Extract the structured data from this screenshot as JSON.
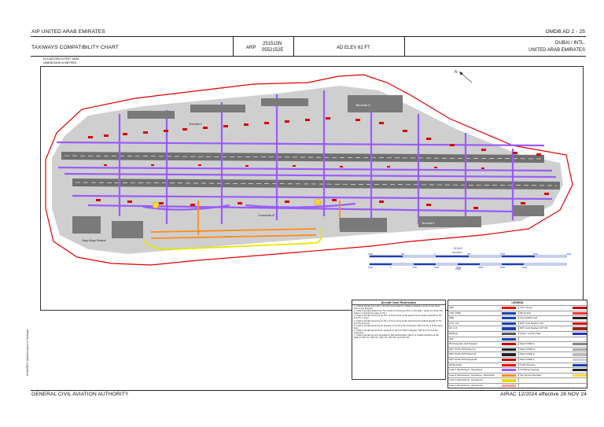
{
  "header": {
    "aip_title": "AIP  UNITED ARAB EMIRATES",
    "page_ref": "OMDB AD 2 - 25",
    "chart_title": "TAXIWAYS COMPATIBILITY CHART",
    "arp_label": "ARP",
    "arp_lat": "251510N",
    "arp_lon": "0552152E",
    "elev": "AD ELEV 62 FT",
    "city": "DUBAI / INTL.",
    "country": "UNITED ARAB EMIRATES"
  },
  "map": {
    "elev_note_line1": "ELEVATIONS IN FEET AMSL",
    "elev_note_line2": "DIMENSIONS IN METRES",
    "north_label": "N",
    "terminal_3_label": "Terminal 3",
    "terminal_1_label": "Terminal 1",
    "terminal_2_label": "Terminal 2",
    "concourse_b_label": "Concourse B",
    "cargo_label": "Cargo Mega Terminal",
    "scale_title": "SCALE",
    "scale_metres": "METRES",
    "scale_feet": "FEET",
    "scale_m_ticks": [
      "1000",
      "500",
      "0",
      "500",
      "1000",
      "1500",
      "2000"
    ],
    "scale_ft_ticks": [
      "1000",
      "0",
      "1000",
      "2000",
      "3000",
      "4000",
      "5000",
      "6000"
    ]
  },
  "notes": {
    "title": "Aircraft Code Restrictions",
    "items": [
      "1. Code E aircraft and code F aircraft not permitted on adjacent Taxilane curves at the same time in any direction.",
      "2. Code F aircraft parked onto TIL-I south of Concourse B & C must align / report on centre line before on aircraft can pass on TIL-I.",
      "3. Code F aircraft cannot be on TIL-I & TIL-E curve at the same time as Code E aircraft on TIL-D & TIL-Y curve.",
      "4. Code F aircraft cannot be on TIL-I & TIL-E curve at the same time as Code E aircraft on TIL-D & TIL-W curve.",
      "5. Code F aircraft cannot be on sections of TIL-W & TIL-D between TWY E & TIL Z at the same time.",
      "6. Code F aircraft cannot be on sections of TIL-G & TWY F between TWY E & TIL Z at the same time.",
      "7. Code F aircraft are only permitted to taxi behind when code D or smaller aircraft is at the RHP at TWY K1, TWY K1, TWY K3, TWY K5, and TWY K5."
    ]
  },
  "legend": {
    "title": "LEGEND",
    "rows": [
      {
        "left": "ARP",
        "right": "TWY Closed",
        "lc": "#ff0000",
        "rc": "#cc0000"
      },
      {
        "left": "VOR / DME",
        "right": "RF Stopbar",
        "lc": "#1a3fb3",
        "rc": "#ff3333"
      },
      {
        "left": "DME",
        "right": "Intermediate Hold",
        "lc": "#1a3fb3",
        "rc": "#222222"
      },
      {
        "left": "LOC / ILS",
        "right": "RWY Hold Stopbar CAT I",
        "lc": "#1a3fb3",
        "rc": "#cc1111"
      },
      {
        "left": "GS / ILS",
        "right": "RWY Hold Stopbar CAT II/III",
        "lc": "#1a3fb3",
        "rc": "#992222"
      },
      {
        "left": "Buildings",
        "right": "Guide / Lookout Gate",
        "lc": "#555555",
        "rc": "#2233cc"
      },
      {
        "left": "VDF",
        "right": "",
        "lc": "#1a3fb3",
        "rc": "#ffffff"
      },
      {
        "left": "RF Designator (Full Stopbar)",
        "right": "Stand CODE C",
        "lc": "#cc0000",
        "rc": "#888888"
      },
      {
        "left": "RWY HLDG POS Pattern A",
        "right": "Stand CODE D",
        "lc": "#222222",
        "rc": "#aaaaaa"
      },
      {
        "left": "RWY HLDG POS Pattern B",
        "right": "Stand CODE E",
        "lc": "#222222",
        "rc": "#bbbbbb"
      },
      {
        "left": "RWY HLDG POS Designator",
        "right": "Stand CODE F",
        "lc": "#cc0000",
        "rc": "#cccccc"
      },
      {
        "left": "AD Boundary",
        "right": "Traffic Direction",
        "lc": "#ff0000",
        "rc": "#1a3fb3"
      },
      {
        "left": "Code F (Restrictions / Operations)",
        "right": "TP Without Signage",
        "lc": "#9b5bff",
        "rc": "#222222"
      },
      {
        "left": "Code E (Restrictions / Operations - Restricted)",
        "right": "Taxi Service Boundary",
        "lc": "#ff8c1a",
        "rc": "#ffd633"
      },
      {
        "left": "Code D (Restrictions / Operations)",
        "right": "",
        "lc": "#e0e000",
        "rc": "#ffffff"
      },
      {
        "left": "Code C (Restrictions / Operations)",
        "right": "",
        "lc": "#ff9999",
        "rc": "#ffffff"
      }
    ]
  },
  "footer": {
    "authority": "GENERAL CIVIL AVIATION AUTHORITY",
    "airac": "AIRAC 12/2024 effective 28 NOV 24",
    "vertical_note": "CHANGES: Updated layout & Taxiways"
  },
  "colors": {
    "code_f": "#9b5bff",
    "code_e": "#ff8c1a",
    "code_d": "#e6e600",
    "boundary": "#e00000",
    "apron": "#c8c8c8",
    "stand": "#d60000",
    "building": "#7a7a7a"
  }
}
